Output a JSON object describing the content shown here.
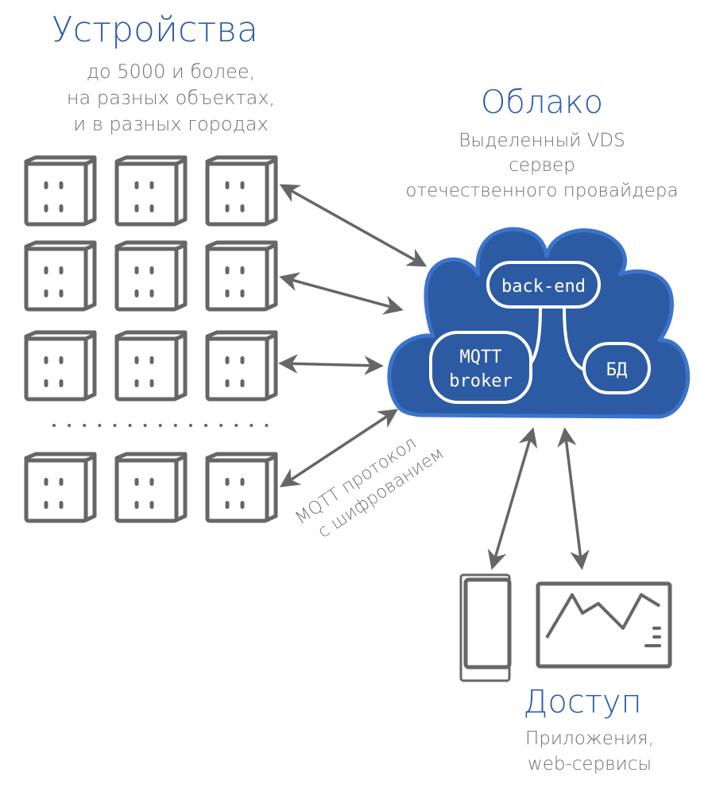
{
  "devices": {
    "title": "Устройства",
    "subtitle_lines": [
      "до 5000 и более,",
      "на разных объектах,",
      "и в разных городах"
    ],
    "icon": "device-box-icon",
    "rows_shown": 4,
    "columns": 3
  },
  "cloud": {
    "title": "Облако",
    "subtitle_lines": [
      "Выделенный VDS",
      "сервер",
      "отечественного провайдера"
    ],
    "components": {
      "backend": "back-end",
      "broker_lines": [
        "MQTT",
        "broker"
      ],
      "db": "БД"
    }
  },
  "protocol_label_lines": [
    "MQTT протокол",
    "с шифрованием"
  ],
  "access": {
    "title": "Доступ",
    "subtitle_lines": [
      "Приложения,",
      "web-сервисы"
    ],
    "icons": [
      "smartphone-icon",
      "monitor-chart-icon"
    ]
  },
  "colors": {
    "accent": "#2e5ca8",
    "cloud_fill": "#2c5ba3",
    "cloud_stroke": "#3a74cc",
    "line_gray": "#666666",
    "text_gray": "#707070"
  }
}
